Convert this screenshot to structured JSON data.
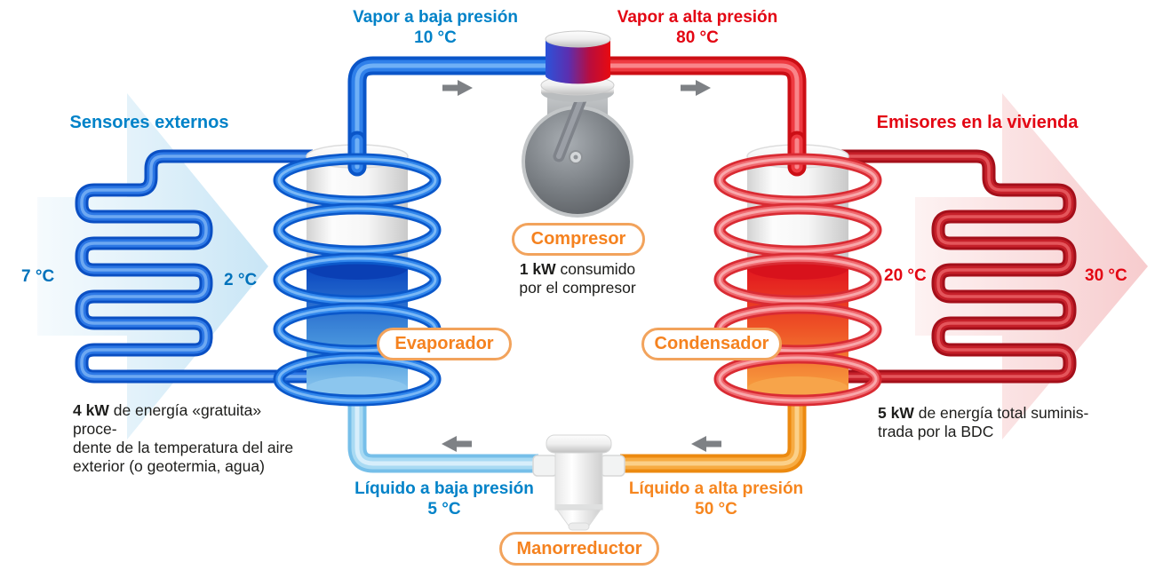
{
  "labels": {
    "vapor_low": {
      "title": "Vapor a baja presión",
      "temp": "10 °C"
    },
    "vapor_high": {
      "title": "Vapor a alta presión",
      "temp": "80 °C"
    },
    "liquid_low": {
      "title": "Líquido a baja presión",
      "temp": "5 °C"
    },
    "liquid_high": {
      "title": "Líquido a alta presión",
      "temp": "50 °C"
    },
    "sensors_external": "Sensores externos",
    "emitters_home": "Emisores en la vivienda",
    "outdoor_in_temp": "7 °C",
    "outdoor_out_temp": "2 °C",
    "indoor_return_temp": "20 °C",
    "indoor_supply_temp": "30 °C"
  },
  "components": {
    "compressor": {
      "label": "Compresor",
      "note_bold": "1 kW",
      "note_rest": " consumido",
      "note_line2": "por el compresor"
    },
    "evaporator": {
      "label": "Evaporador"
    },
    "condenser": {
      "label": "Condensador"
    },
    "expansion_valve": {
      "label": "Manorreductor"
    }
  },
  "captions": {
    "free_energy": {
      "bold": "4 kW",
      "line1_rest": " de energía «gratuita» proce-",
      "line2": "dente de la temperatura del aire",
      "line3": "exterior (o geotermia, agua)"
    },
    "total_energy": {
      "bold": "5 kW",
      "line1_rest": " de energía total suminis-",
      "line2": "trada por la BDC"
    }
  },
  "colors": {
    "blue_label": "#0082c8",
    "temp_blue": "#0072bb",
    "red_label": "#e30613",
    "orange_label": "#f5821f",
    "pill_border": "#f2a35c",
    "pipe_blue": "#2f80ea",
    "pipe_red": "#ee3a41",
    "pipe_light_blue": "#a8daf3",
    "pipe_orange": "#f7ab42",
    "coil_cold": "#0b58ca",
    "coil_hot": "#d92b33",
    "arrow_gray": "#7e8185",
    "text_dark": "#1d1d1b"
  }
}
